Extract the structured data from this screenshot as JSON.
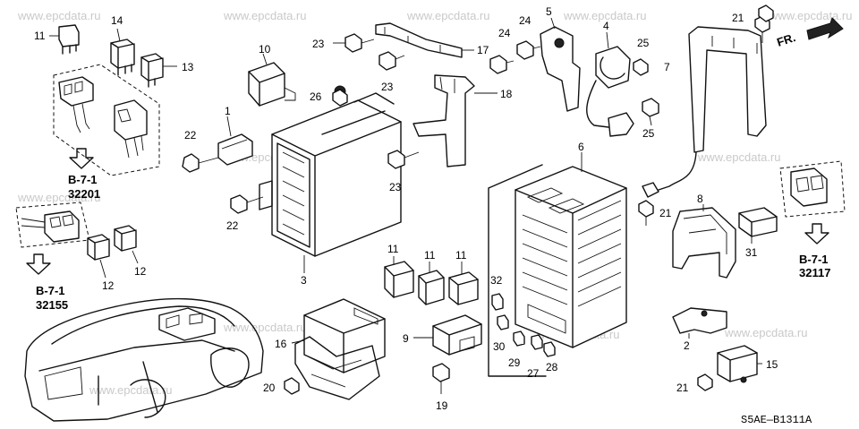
{
  "watermark": "www.epcdata.ru",
  "diagram_code": "S5AE—B1311A",
  "front_marker": "FR.",
  "references": {
    "ref_1_page": "B-7-1",
    "ref_1_num": "32201",
    "ref_2_page": "B-7-1",
    "ref_2_num": "32155",
    "ref_3_page": "B-7-1",
    "ref_3_num": "32117"
  },
  "callouts": {
    "c1": "1",
    "c2": "2",
    "c3": "3",
    "c4": "4",
    "c5": "5",
    "c6": "6",
    "c7": "7",
    "c8": "8",
    "c9": "9",
    "c10": "10",
    "c11a": "11",
    "c11b": "11",
    "c11c": "11",
    "c11d": "11",
    "c12a": "12",
    "c12b": "12",
    "c13": "13",
    "c14": "14",
    "c15": "15",
    "c16": "16",
    "c17": "17",
    "c18": "18",
    "c19": "19",
    "c20": "20",
    "c21a": "21",
    "c21b": "21",
    "c21c": "21",
    "c22a": "22",
    "c22b": "22",
    "c23a": "23",
    "c23b": "23",
    "c23c": "23",
    "c24a": "24",
    "c24b": "24",
    "c25a": "25",
    "c25b": "25",
    "c26": "26",
    "c27": "27",
    "c28": "28",
    "c29": "29",
    "c30": "30",
    "c31": "31",
    "c32": "32"
  }
}
